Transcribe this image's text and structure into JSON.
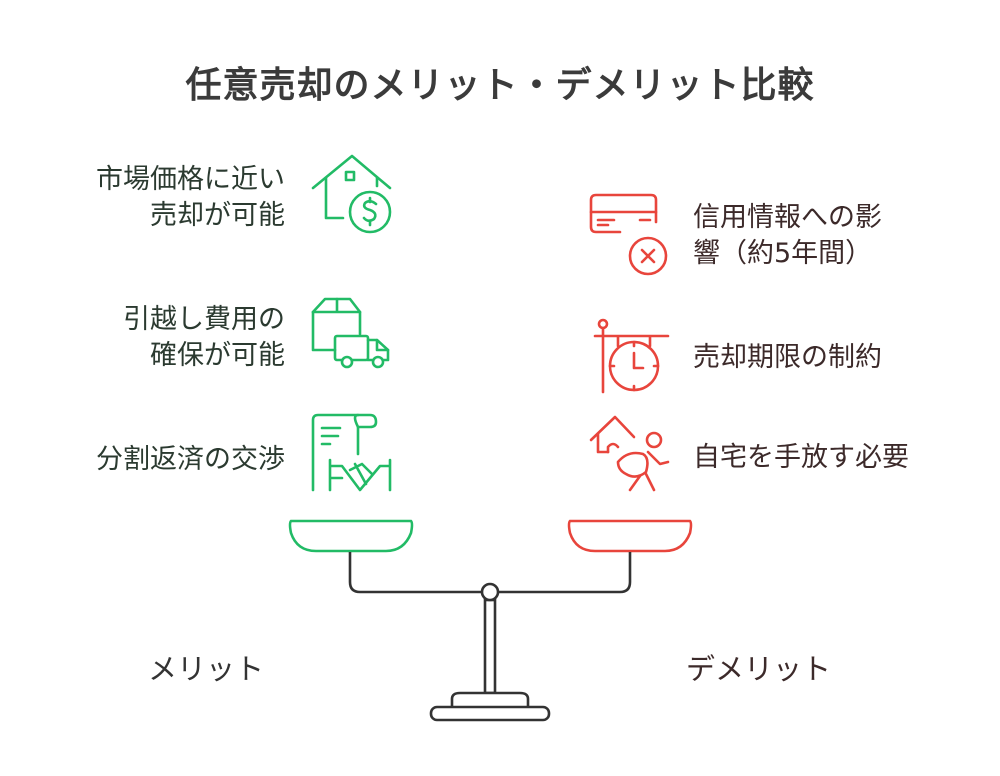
{
  "title": "任意売却のメリット・デメリット比較",
  "merits": {
    "label": "メリット",
    "color": "#22bb66",
    "items": [
      {
        "text": "市場価格に近い\n売却が可能",
        "icon": "house-dollar-icon"
      },
      {
        "text": "引越し費用の\n確保が可能",
        "icon": "box-truck-icon"
      },
      {
        "text": "分割返済の交渉",
        "icon": "contract-handshake-icon"
      }
    ]
  },
  "demerits": {
    "label": "デメリット",
    "color": "#e8453c",
    "items": [
      {
        "text": "信用情報への影\n響（約5年間）",
        "icon": "credit-card-x-icon"
      },
      {
        "text": "売却期限の制約",
        "icon": "sign-clock-icon"
      },
      {
        "text": "自宅を手放す必要",
        "icon": "house-person-leaving-icon"
      }
    ]
  }
}
